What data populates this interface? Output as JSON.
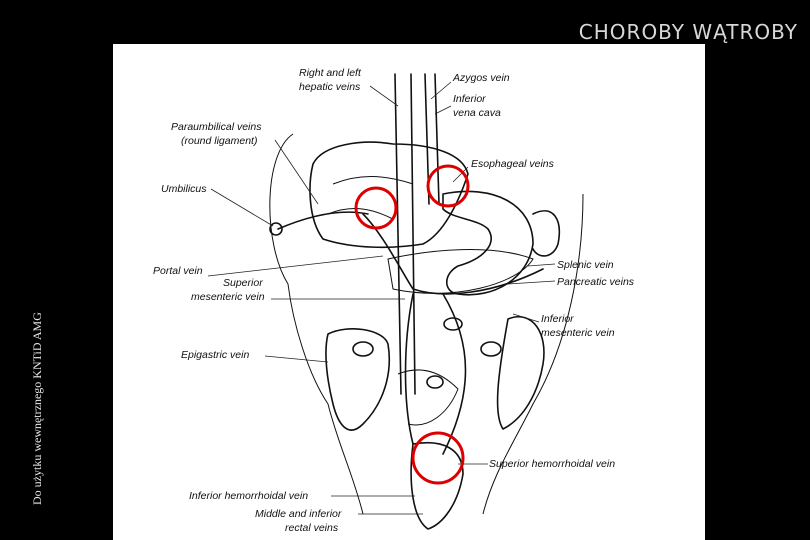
{
  "slide": {
    "title": "CHOROBY WĄTROBY",
    "side_note": "Do użytku wewnętrznego KNTiD AMG"
  },
  "figure": {
    "labels": {
      "right_left_hepatic_1": "Right and left",
      "right_left_hepatic_2": "hepatic veins",
      "azygos": "Azygos vein",
      "inferior_vena_cava_1": "Inferior",
      "inferior_vena_cava_2": "vena cava",
      "paraumbilical_1": "Paraumbilical veins",
      "paraumbilical_2": "(round ligament)",
      "esophageal": "Esophageal veins",
      "umbilicus": "Umbilicus",
      "portal": "Portal vein",
      "splenic": "Splenic vein",
      "pancreatic": "Pancreatic veins",
      "superior_mesenteric_1": "Superior",
      "superior_mesenteric_2": "mesenteric vein",
      "inferior_mesenteric_1": "Inferior",
      "inferior_mesenteric_2": "mesenteric vein",
      "epigastric": "Epigastric vein",
      "superior_hemorrhoidal": "Superior hemorrhoidal vein",
      "inferior_hemorrhoidal": "Inferior hemorrhoidal vein",
      "middle_inferior_rectal_1": "Middle and inferior",
      "middle_inferior_rectal_2": "rectal veins"
    },
    "highlight_color": "#dd0000"
  }
}
